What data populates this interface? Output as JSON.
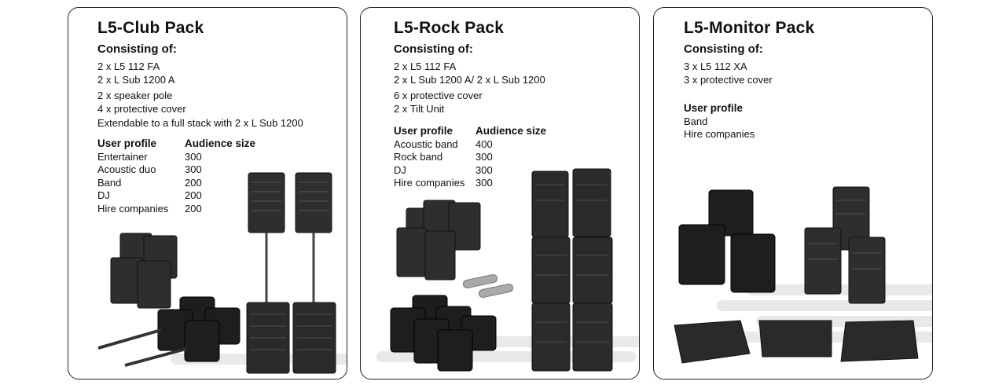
{
  "panels": [
    {
      "title": "L5-Club Pack",
      "consisting_label": "Consisting of:",
      "items": [
        "2 x L5 112 FA",
        "2 x L Sub 1200 A",
        "2 x speaker pole",
        "4 x protective cover",
        "Extendable to a full stack with 2 x L Sub 1200"
      ],
      "user_profile_label": "User profile",
      "audience_size_label": "Audience size",
      "profiles": [
        "Entertainer",
        "Acoustic duo",
        "Band",
        "DJ",
        "Hire companies"
      ],
      "audience": [
        "300",
        "300",
        "200",
        "200",
        "200"
      ]
    },
    {
      "title": "L5-Rock Pack",
      "consisting_label": "Consisting of:",
      "items": [
        "2 x L5 112 FA",
        "2 x L Sub 1200 A/ 2 x L Sub 1200",
        "6 x protective cover",
        "2 x Tilt Unit"
      ],
      "user_profile_label": "User profile",
      "audience_size_label": "Audience size",
      "profiles": [
        "Acoustic band",
        "Rock band",
        "DJ",
        "Hire companies"
      ],
      "audience": [
        "400",
        "300",
        "300",
        "300"
      ]
    },
    {
      "title": "L5-Monitor Pack",
      "consisting_label": "Consisting of:",
      "items": [
        "3 x L5 112 XA",
        "3 x protective cover"
      ],
      "user_profile_label": "User profile",
      "profiles": [
        "Band",
        "Hire companies"
      ]
    }
  ],
  "colors": {
    "border": "#222222",
    "speaker": "#2b2b2b",
    "cover": "#1c1c1c",
    "stripe": "#e9e9e9"
  }
}
